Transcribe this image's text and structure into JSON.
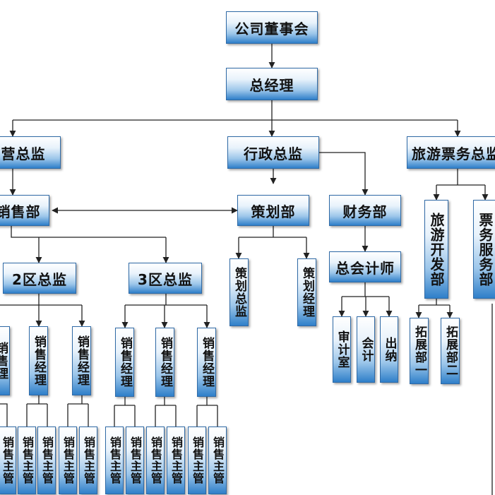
{
  "nodes": {
    "board": "公司董事会",
    "gm": "总经理",
    "ops_director": "营总监",
    "admin_director": "行政总监",
    "travel_director": "旅游票务总监",
    "sales_dept": "销售部",
    "planning_dept": "策划部",
    "finance_dept": "财务部",
    "region2_director": "2区总监",
    "region3_director": "3区总监",
    "planning_director": "策划总监",
    "planning_manager": "策划经理",
    "chief_accountant": "总会计师",
    "audit_office": "审计室",
    "accounting": "会计",
    "cashier": "出纳",
    "travel_dev_dept": "旅游开发部",
    "ticket_service_dept": "票务服务部",
    "expand_dept_1": "拓展部一",
    "expand_dept_2": "拓展部二",
    "sales_manager": "销售经理",
    "sales_manager_partial": "销售理",
    "sales_supervisor": "销售主管"
  },
  "colors": {
    "box_border": "#2f6aa6",
    "box_bottom": "#2f7fc9",
    "line": "#222222"
  }
}
